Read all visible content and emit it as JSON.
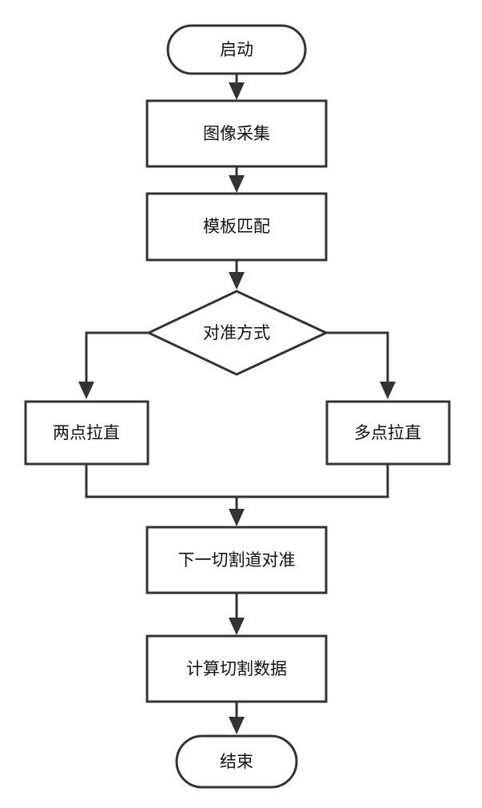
{
  "flowchart": {
    "nodes": [
      {
        "id": "start",
        "shape": "terminal",
        "label": "启动"
      },
      {
        "id": "capture",
        "shape": "process",
        "label": "图像采集"
      },
      {
        "id": "match",
        "shape": "process",
        "label": "模板匹配"
      },
      {
        "id": "align_mode",
        "shape": "decision",
        "label": "对准方式"
      },
      {
        "id": "two_point",
        "shape": "process",
        "label": "两点拉直"
      },
      {
        "id": "multi_point",
        "shape": "process",
        "label": "多点拉直"
      },
      {
        "id": "next_street",
        "shape": "process",
        "label": "下一切割道对准"
      },
      {
        "id": "compute",
        "shape": "process",
        "label": "计算切割数据"
      },
      {
        "id": "end",
        "shape": "terminal",
        "label": "结束"
      }
    ],
    "edges": [
      {
        "from": "start",
        "to": "capture"
      },
      {
        "from": "capture",
        "to": "match"
      },
      {
        "from": "match",
        "to": "align_mode"
      },
      {
        "from": "align_mode",
        "to": "two_point"
      },
      {
        "from": "align_mode",
        "to": "multi_point"
      },
      {
        "from": "two_point",
        "to": "next_street"
      },
      {
        "from": "multi_point",
        "to": "next_street"
      },
      {
        "from": "next_street",
        "to": "compute"
      },
      {
        "from": "compute",
        "to": "end"
      }
    ]
  }
}
